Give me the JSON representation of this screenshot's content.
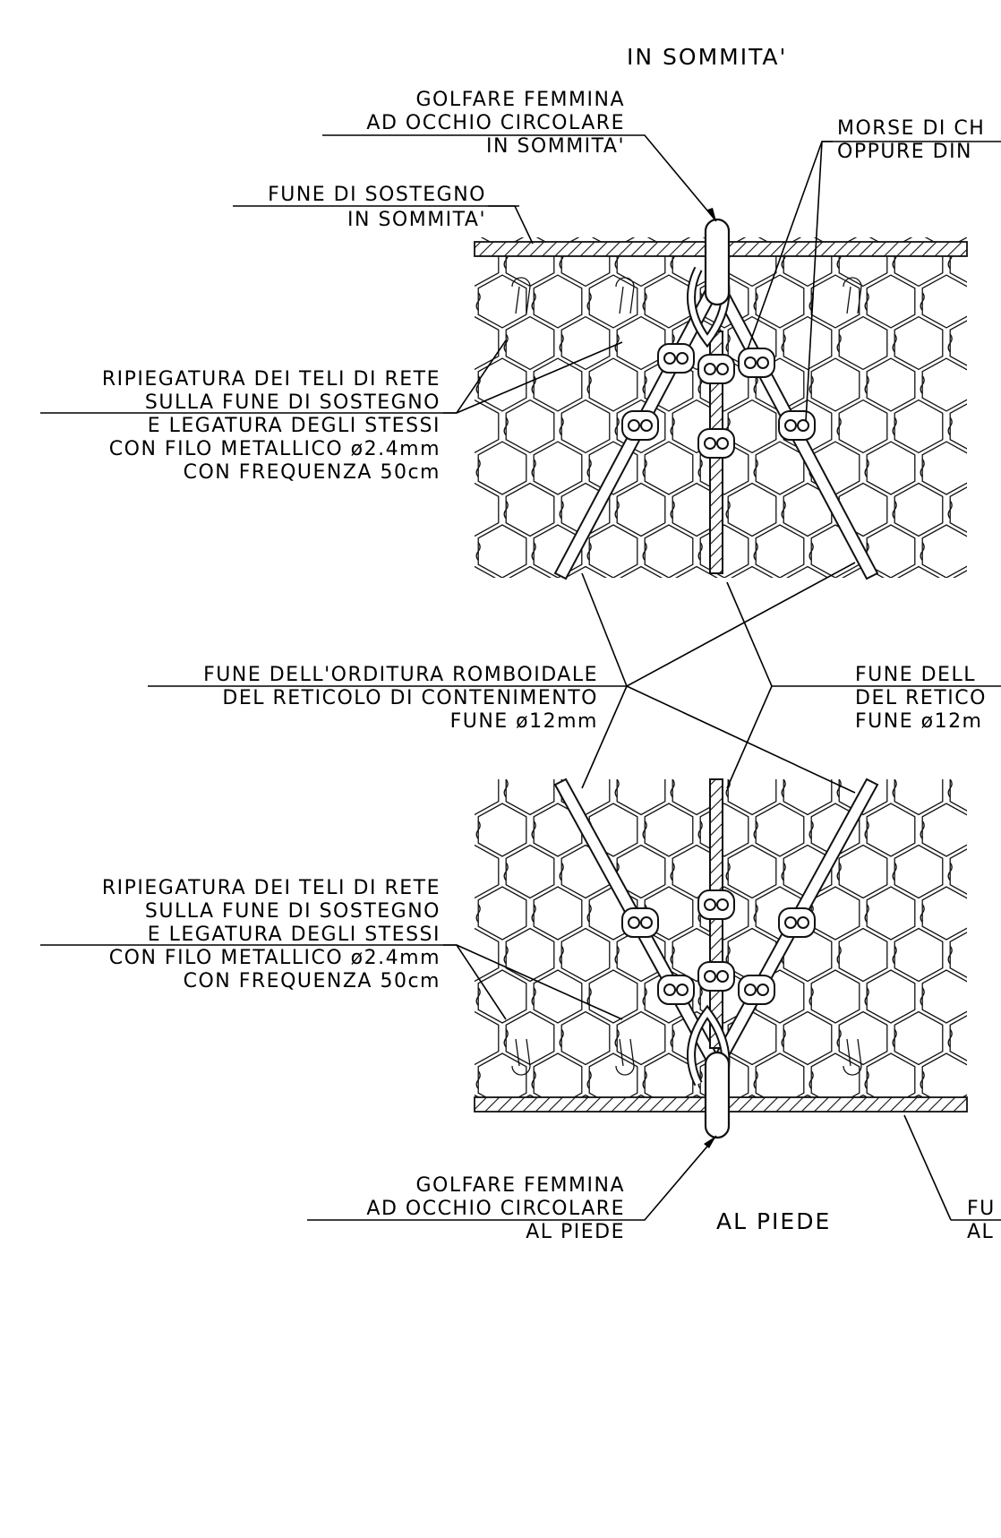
{
  "titles": {
    "top": "IN SOMMITA'",
    "bottom": "AL PIEDE"
  },
  "top_section": {
    "eyebolt": [
      "GOLFARE FEMMINA",
      "AD OCCHIO CIRCOLARE",
      "IN SOMMITA'"
    ],
    "clamps": [
      "MORSE DI CH",
      "OPPURE DIN"
    ],
    "support_cable": [
      "FUNE DI SOSTEGNO",
      "IN SOMMITA'"
    ],
    "fold": [
      "RIPIEGATURA DEI TELI DI RETE",
      "SULLA FUNE DI SOSTEGNO",
      "E LEGATURA DEGLI STESSI",
      "CON FILO METALLICO ø2.4mm",
      "CON FREQUENZA 50cm"
    ]
  },
  "middle_section": {
    "rhomboid_left": [
      "FUNE DELL'ORDITURA ROMBOIDALE",
      "DEL RETICOLO DI CONTENIMENTO",
      "FUNE ø12mm"
    ],
    "rhomboid_right": [
      "FUNE DELL",
      "DEL RETICO",
      "FUNE ø12m"
    ]
  },
  "bottom_section": {
    "fold": [
      "RIPIEGATURA DEI TELI DI RETE",
      "SULLA FUNE DI SOSTEGNO",
      "E LEGATURA DEGLI STESSI",
      "CON FILO METALLICO ø2.4mm",
      "CON FREQUENZA 50cm"
    ],
    "eyebolt": [
      "GOLFARE FEMMINA",
      "AD OCCHIO CIRCOLARE",
      "AL PIEDE"
    ],
    "support_cable": [
      "FU",
      "AL"
    ]
  }
}
